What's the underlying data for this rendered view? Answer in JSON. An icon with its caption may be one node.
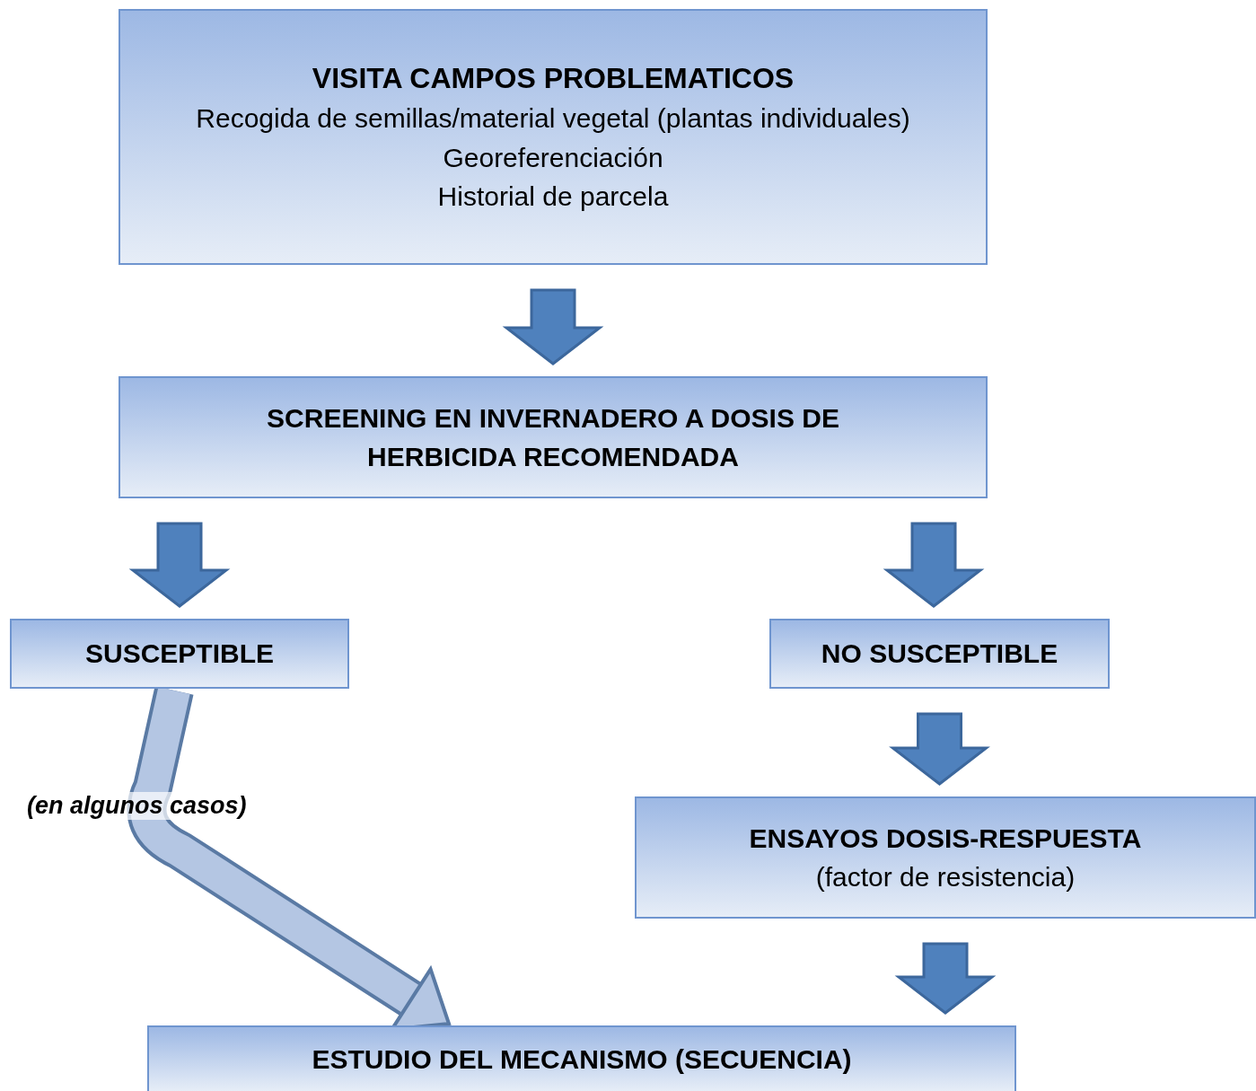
{
  "diagram": {
    "nodes": [
      {
        "text": [
          "VISITA CAMPOS PROBLEMATICOS",
          "Recogida de semillas/material vegetal (plantas individuales)",
          "Georeferenciación",
          "Historial de parcela"
        ]
      },
      {
        "text": [
          "SCREENING EN INVERNADERO A DOSIS DE HERBICIDA RECOMENDADA"
        ]
      },
      {
        "text": [
          "SUSCEPTIBLE"
        ]
      },
      {
        "text": [
          "NO SUSCEPTIBLE"
        ]
      },
      {
        "text": [
          "ENSAYOS DOSIS-RESPUESTA",
          "(factor de resistencia)"
        ]
      },
      {
        "text": [
          "ESTUDIO DEL MECANISMO (SECUENCIA)"
        ]
      }
    ],
    "edges": [
      {
        "from": 0,
        "to": 1,
        "arrow": "to",
        "style": "thick"
      },
      {
        "from": 1,
        "to": 2,
        "arrow": "to",
        "style": "thick"
      },
      {
        "from": 1,
        "to": 3,
        "arrow": "to",
        "style": "thick"
      },
      {
        "from": 3,
        "to": 4,
        "arrow": "to",
        "style": "thick"
      },
      {
        "from": 4,
        "to": 5,
        "arrow": "to",
        "style": "thick"
      },
      {
        "from": 2,
        "to": 5,
        "arrow": "to",
        "color": "#5a7aa4",
        "label": "(en algunos casos)"
      }
    ]
  }
}
